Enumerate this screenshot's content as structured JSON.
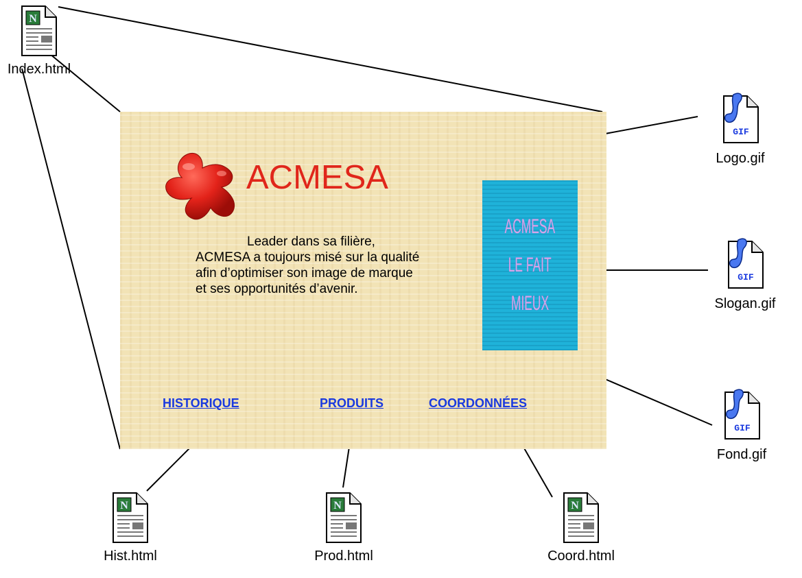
{
  "page": {
    "logo_text": "ACMESA",
    "intro_text": "Leader dans sa filière, ACMESA a toujours misé sur la qualité afin d’optimiser son image de marque et ses opportunités d’avenir.",
    "slogan": [
      "ACMESA",
      "LE FAIT",
      "MIEUX"
    ],
    "nav": {
      "historique": "HISTORIQUE",
      "produits": "PRODUITS",
      "coordonnees": "COORDONNÉES"
    }
  },
  "files": {
    "index": "Index.html",
    "logo": "Logo.gif",
    "slogan": "Slogan.gif",
    "fond": "Fond.gif",
    "hist": "Hist.html",
    "prod": "Prod.html",
    "coord": "Coord.html"
  },
  "icons": {
    "html": "html-document-icon",
    "gif": "gif-image-icon"
  },
  "colors": {
    "page_background": "#f2e3b6",
    "logo_red": "#e0261b",
    "link_blue": "#1a3adf",
    "slogan_background": "#1fb2d9",
    "slogan_text": "#d4a6ea"
  }
}
